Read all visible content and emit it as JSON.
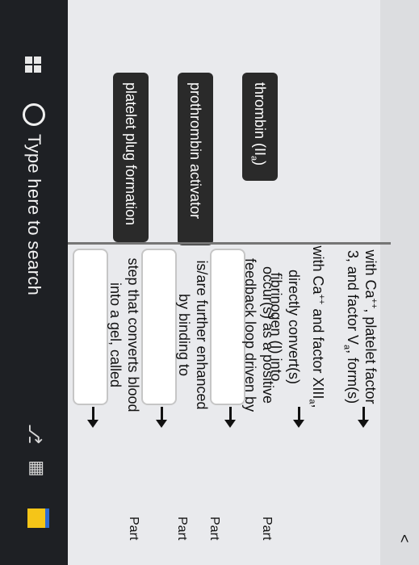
{
  "taskbar": {
    "search_placeholder": "Type here to search"
  },
  "left_items": [
    "platelet plug formation",
    "prothrombin activator",
    "thrombin (II"
  ],
  "thrombin_sub": "a",
  "thrombin_close": ")",
  "right_items": {
    "step1_a": "step that converts blood",
    "step1_b": "into a gel, called",
    "step2_a": "is/are further enhanced",
    "step2_b": "by binding to",
    "step3_a": "occur(s) as a positive",
    "step3_b": "feedback loop driven by",
    "step4_a": "with Ca",
    "step4_sup": "++",
    "step4_a2": " and factor XIII",
    "step4_sub": "a",
    "step4_a3": ",",
    "step4_b": "directly convert(s)",
    "step4_c": "fibrinogen (I) into",
    "step5_a": "with Ca",
    "step5_sup": "++",
    "step5_a2": ", platelet factor",
    "step5_b": "3, and factor V",
    "step5_sub": "a",
    "step5_b2": ", form(s)"
  },
  "part_labels": [
    "Part",
    "Part",
    "Part",
    "Part"
  ],
  "nav_prev": "<"
}
